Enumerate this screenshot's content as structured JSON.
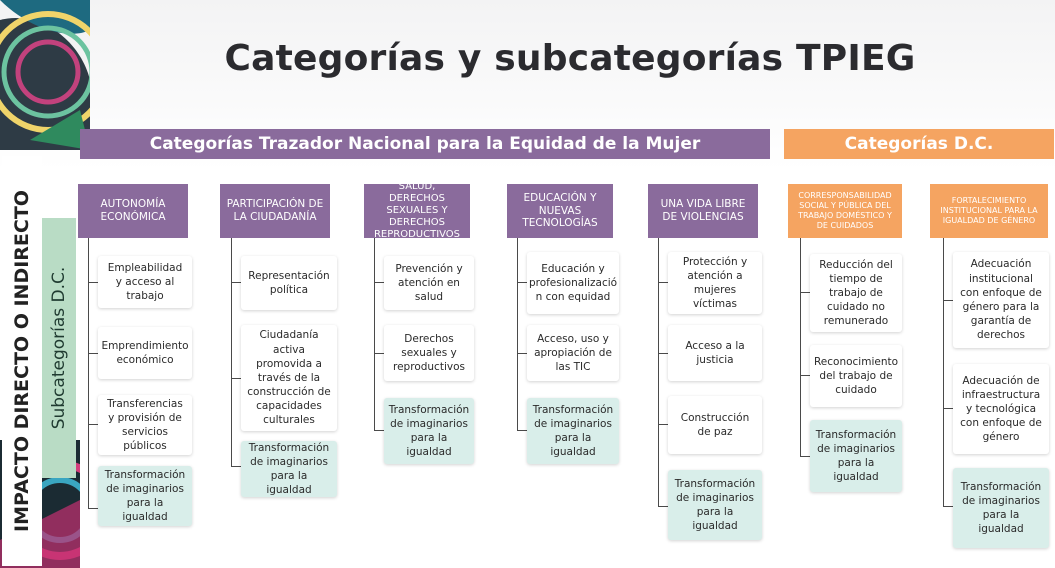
{
  "title": "Categorías y subcategorías TPIEG",
  "banner_main": "Categorías Trazador Nacional para la Equidad de la Mujer",
  "banner_dc": "Categorías D.C.",
  "side_label_main": "IMPACTO DIRECTO O INDIRECTO",
  "side_label_sub": "Subcategorías D.C.",
  "columns": [
    {
      "header": "AUTONOMÍA ECONÓMICA",
      "items": [
        "Empleabilidad y acceso al trabajo",
        "Emprendimiento económico",
        "Transferencias y provisión de servicios públicos",
        "Transformación de imaginarios para la igualdad"
      ]
    },
    {
      "header": "PARTICIPACIÓN DE LA CIUDADANÍA",
      "items": [
        "Representación política",
        "Ciudadanía activa promovida a través de la construcción de capacidades culturales",
        "Transformación de imaginarios para la igualdad"
      ]
    },
    {
      "header": "SALUD, DERECHOS SEXUALES Y DERECHOS REPRODUCTIVOS",
      "items": [
        "Prevención y atención en salud",
        "Derechos sexuales y reproductivos",
        "Transformación de imaginarios para la igualdad"
      ]
    },
    {
      "header": "EDUCACIÓN Y NUEVAS TECNOLOGÍAS",
      "items": [
        "Educación y profesionalizació n con equidad",
        "Acceso, uso y apropiación de las TIC",
        "Transformación de imaginarios para la igualdad"
      ]
    },
    {
      "header": "UNA VIDA LIBRE DE VIOLENCIAS",
      "items": [
        "Protección y atención a mujeres víctimas",
        "Acceso a la justicia",
        "Construcción de paz",
        "Transformación de imaginarios para la igualdad"
      ]
    },
    {
      "header": "CORRESPONSABILIDAD SOCIAL Y PÚBLICA DEL TRABAJO DOMÉSTICO Y DE CUIDADOS",
      "items": [
        "Reducción del tiempo de trabajo de cuidado no remunerado",
        "Reconocimiento del trabajo de cuidado",
        "Transformación de imaginarios para la igualdad"
      ]
    },
    {
      "header": "FORTALECIMIENTO INSTITUCIONAL PARA LA IGUALDAD DE GÉNERO",
      "items": [
        "Adecuación institucional con enfoque de género para la garantía de derechos",
        "Adecuación de infraestructura y tecnológica con enfoque de género",
        "Transformación de imaginarios para la igualdad"
      ]
    }
  ],
  "colors": {
    "purple": "#8a6b9c",
    "orange": "#f5a461",
    "teal_card": "#d9eeea",
    "side_green": "#b9dcc5"
  }
}
